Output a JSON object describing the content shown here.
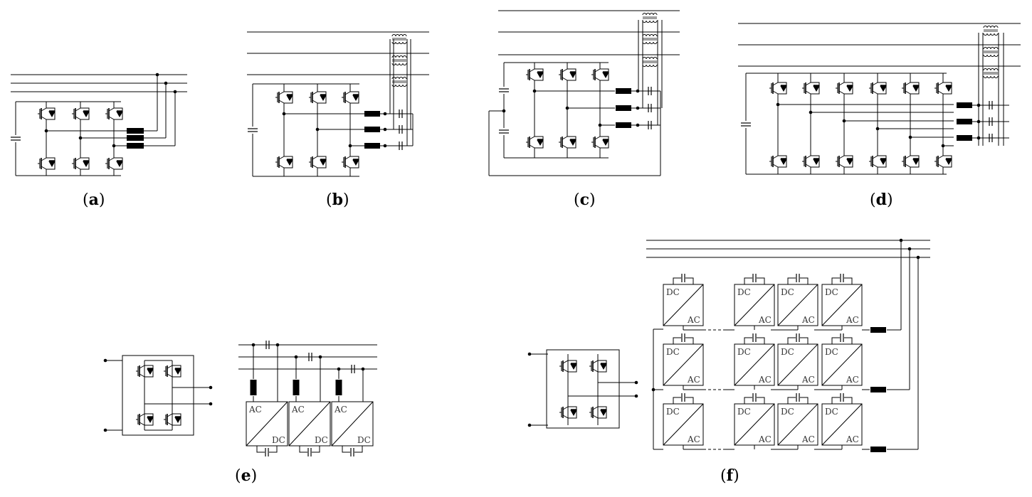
{
  "panels": [
    {
      "id": "a",
      "caption_open": "(",
      "caption_letter": "a",
      "caption_close": ")"
    },
    {
      "id": "b",
      "caption_open": "(",
      "caption_letter": "b",
      "caption_close": ")"
    },
    {
      "id": "c",
      "caption_open": "(",
      "caption_letter": "c",
      "caption_close": ")"
    },
    {
      "id": "d",
      "caption_open": "(",
      "caption_letter": "d",
      "caption_close": ")"
    },
    {
      "id": "e",
      "caption_open": "(",
      "caption_letter": "e",
      "caption_close": ")"
    },
    {
      "id": "f",
      "caption_open": "(",
      "caption_letter": "f",
      "caption_close": ")"
    }
  ],
  "converter_labels": {
    "dc": "DC",
    "ac": "AC"
  }
}
